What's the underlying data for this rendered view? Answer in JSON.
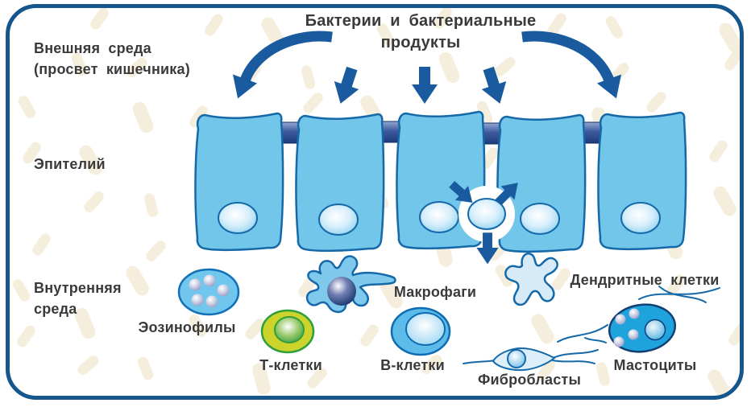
{
  "diagram": {
    "title": {
      "line1": "Бактерии и бактериальные",
      "line2": "продукты"
    },
    "regions": {
      "external": {
        "line1": "Внешняя среда",
        "line2": "(просвет кишечника)"
      },
      "epithelium": "Эпителий",
      "internal": {
        "line1": "Внутренняя",
        "line2": "среда"
      }
    },
    "cells": {
      "eosinophils": "Эозинофилы",
      "t_cells": "Т-клетки",
      "macrophages": "Макрофаги",
      "b_cells": "В-клетки",
      "dendritic": "Дендритные клетки",
      "fibroblasts": "Фибробласты",
      "mast_cells": "Мастоциты"
    },
    "colors": {
      "frame": "#15568d",
      "text": "#3a3a3a",
      "arrow": "#1a5a9e",
      "capsule": "#f6eedd",
      "epi_fill": "#72c6e9",
      "epi_stroke": "#1569a9",
      "tcell_fill": "#ccd32a",
      "tcell_stroke": "#2f9e3c",
      "bcell_fill": "#5cbbe9",
      "eosinophil_fill": "#70c6ec",
      "mast_fill": "#1fa3dc",
      "dendritic_fill": "#d6eaf8",
      "fibroblast_fill": "#ddeefb"
    }
  }
}
